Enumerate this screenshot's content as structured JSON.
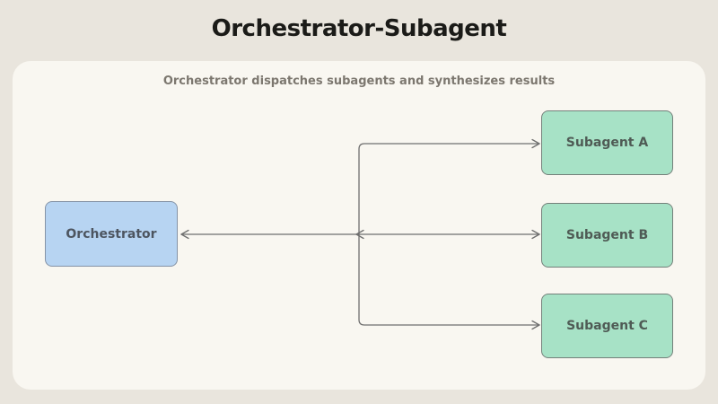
{
  "title": "Orchestrator-Subagent",
  "subtitle": "Orchestrator dispatches subagents and synthesizes results",
  "diagram": {
    "nodes": [
      {
        "id": "orchestrator",
        "label": "Orchestrator",
        "role": "orchestrator"
      },
      {
        "id": "subagent-a",
        "label": "Subagent A",
        "role": "subagent"
      },
      {
        "id": "subagent-b",
        "label": "Subagent B",
        "role": "subagent"
      },
      {
        "id": "subagent-c",
        "label": "Subagent C",
        "role": "subagent"
      }
    ],
    "edges": [
      {
        "from": "junction",
        "to": "orchestrator",
        "arrowhead": "left"
      },
      {
        "from": "subagent-b",
        "to": "junction",
        "arrowhead": "left"
      },
      {
        "from": "junction",
        "to": "subagent-a",
        "arrowhead": "right"
      },
      {
        "from": "junction",
        "to": "subagent-b",
        "arrowhead": "right"
      },
      {
        "from": "junction",
        "to": "subagent-c",
        "arrowhead": "right"
      }
    ]
  },
  "colors": {
    "page_background": "#e9e5dd",
    "panel_background": "#f9f7f1",
    "title_text": "#1b1b18",
    "subtitle_text": "#7c776f",
    "orchestrator_fill": "#b7d4f2",
    "orchestrator_border": "#8593a6",
    "orchestrator_text": "#4d5560",
    "subagent_fill": "#a7e2c6",
    "subagent_border": "#74807a",
    "subagent_text": "#4f5b55",
    "connector_line": "#6f6f6f"
  }
}
